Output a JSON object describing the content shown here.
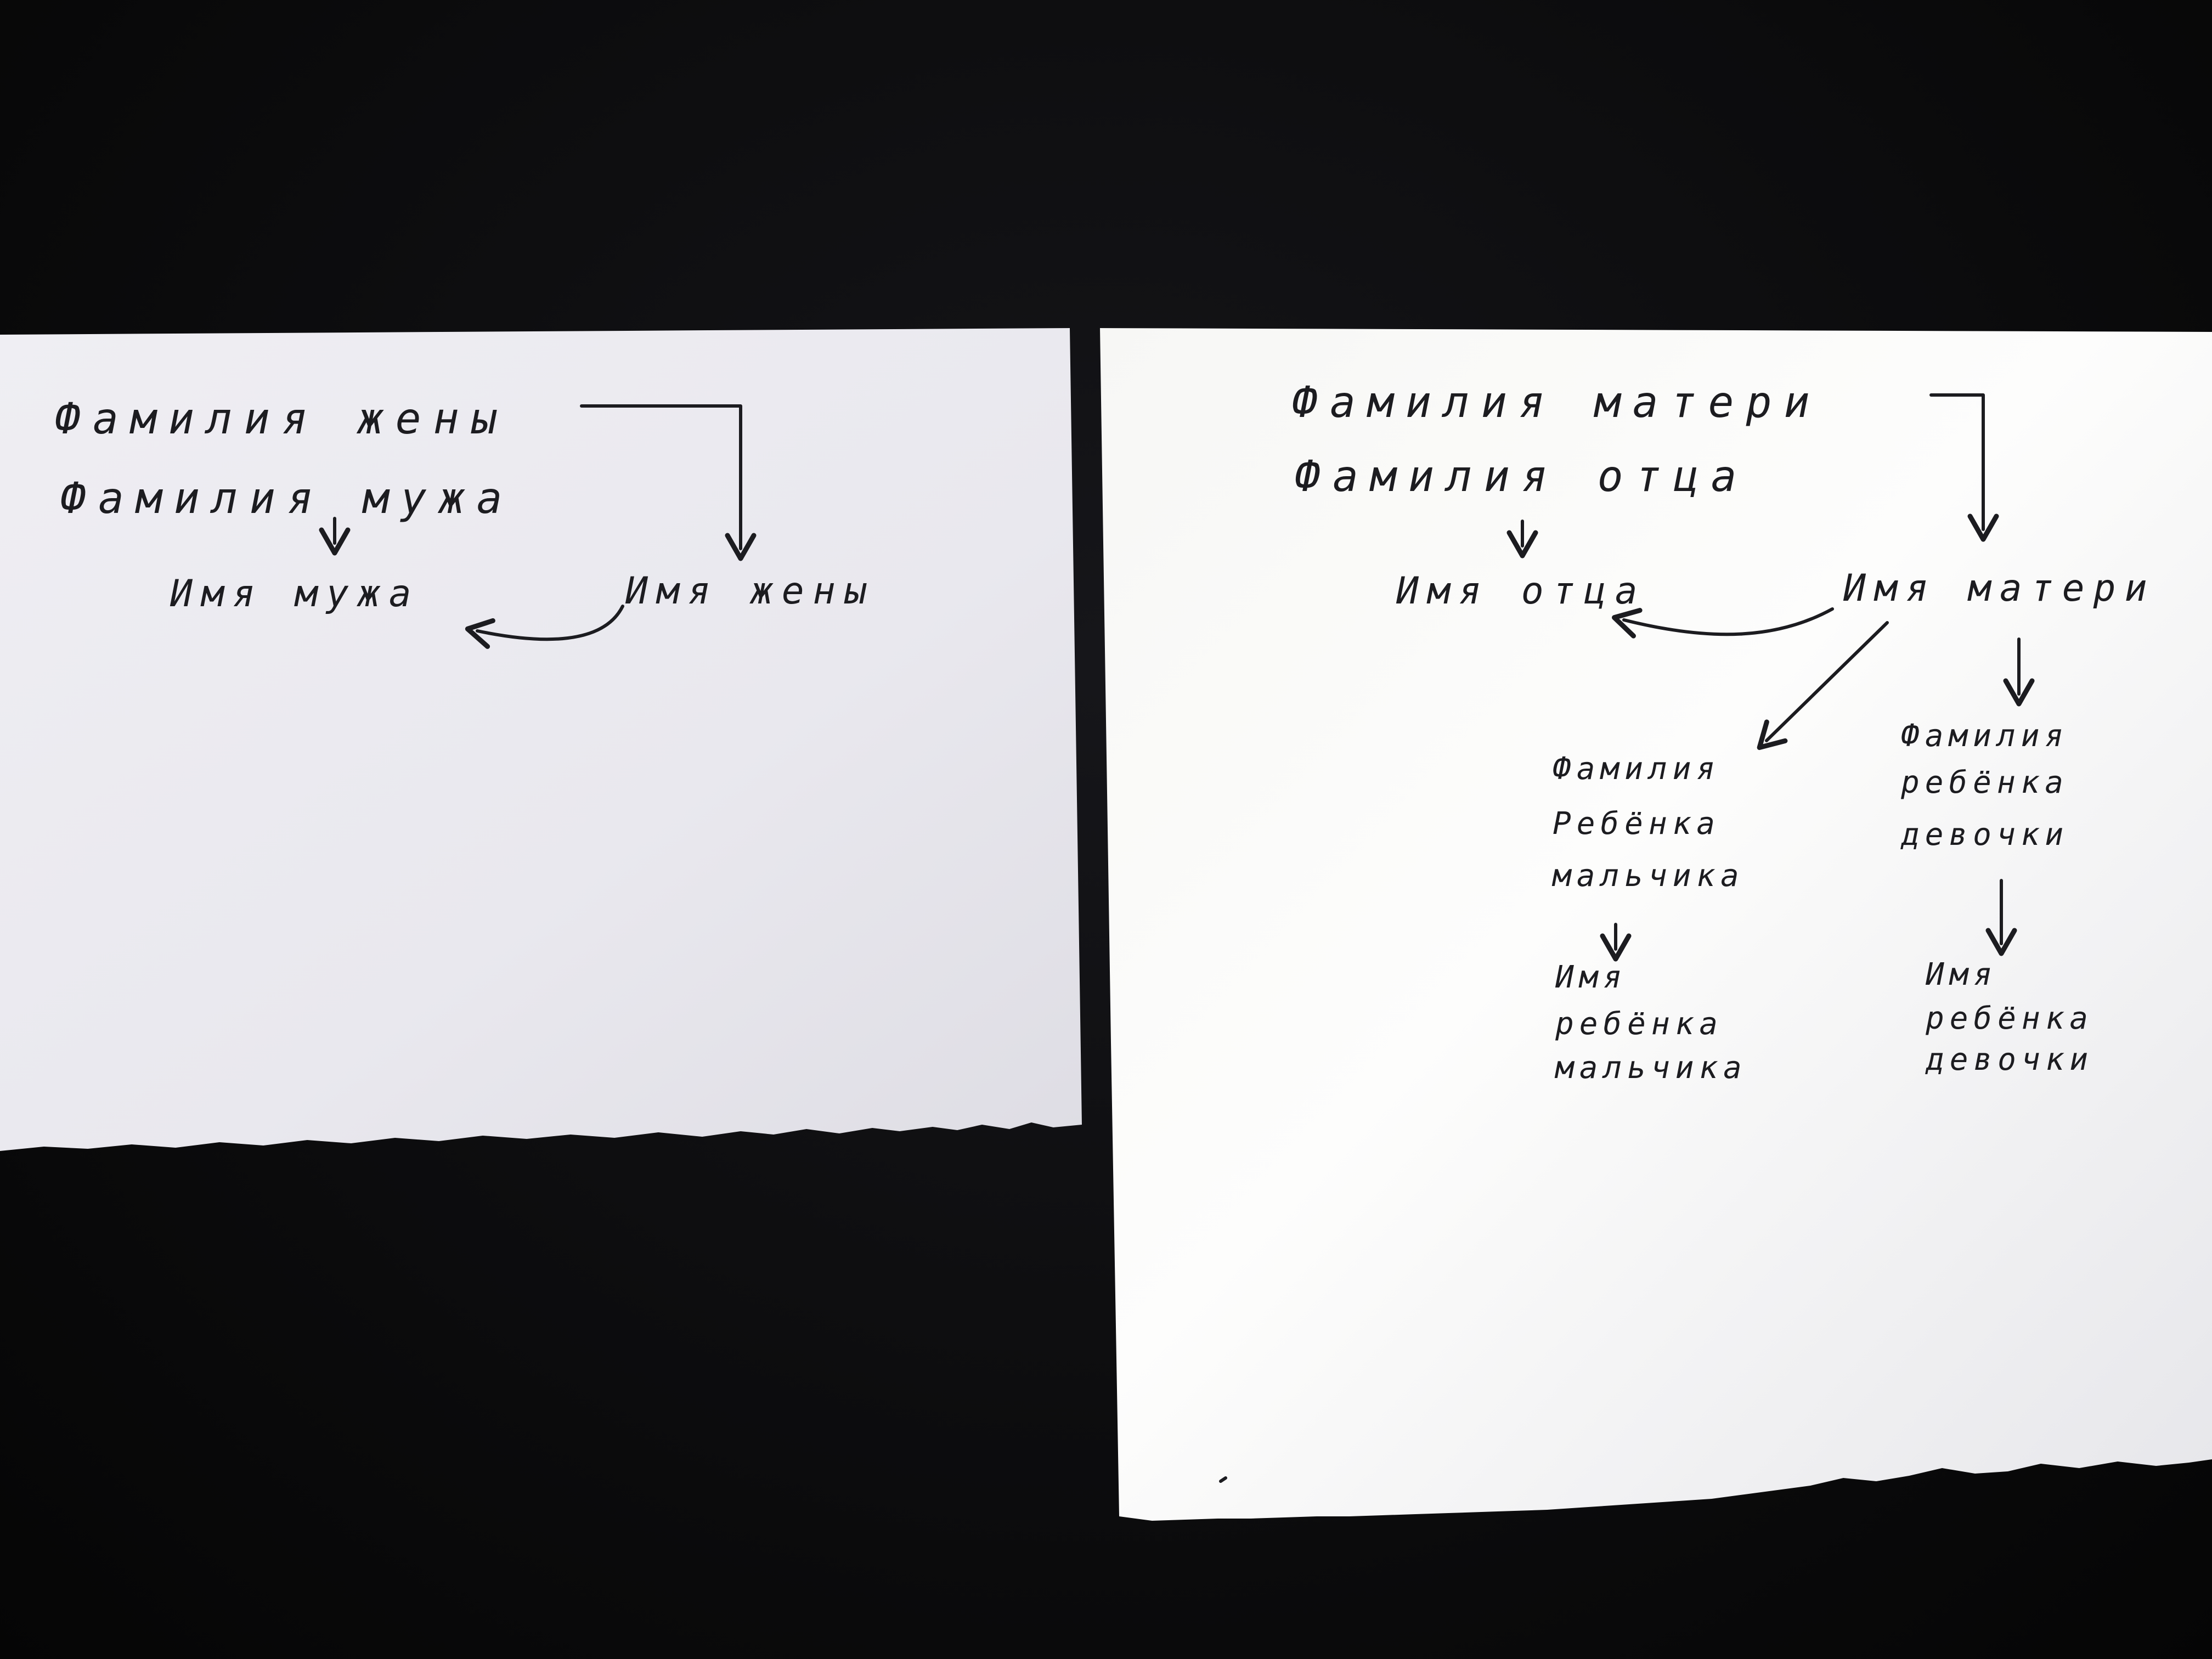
{
  "left_sheet": {
    "wife_surname": "Фамилия жены",
    "husband_surname": "Фамилия мужа",
    "husband_name": "Имя мужа",
    "wife_name": "Имя жены"
  },
  "right_sheet": {
    "mother_surname": "Фамилия матери",
    "father_surname": "Фамилия отца",
    "father_name": "Имя отца",
    "mother_name": "Имя матери",
    "boy_surname_lines": [
      "Фамилия",
      "Ребёнка",
      "мальчика"
    ],
    "boy_name_lines": [
      "Имя",
      "ребёнка",
      "мальчика"
    ],
    "girl_surname_lines": [
      "Фамилия",
      "ребёнка",
      "девочки"
    ],
    "girl_name_lines": [
      "Имя",
      "ребёнка",
      "девочки"
    ]
  },
  "colors": {
    "background": "#0b0b0c",
    "paper_left": "#f2f1f5",
    "paper_right": "#fbfbfa",
    "ink": "#1c1c20"
  }
}
